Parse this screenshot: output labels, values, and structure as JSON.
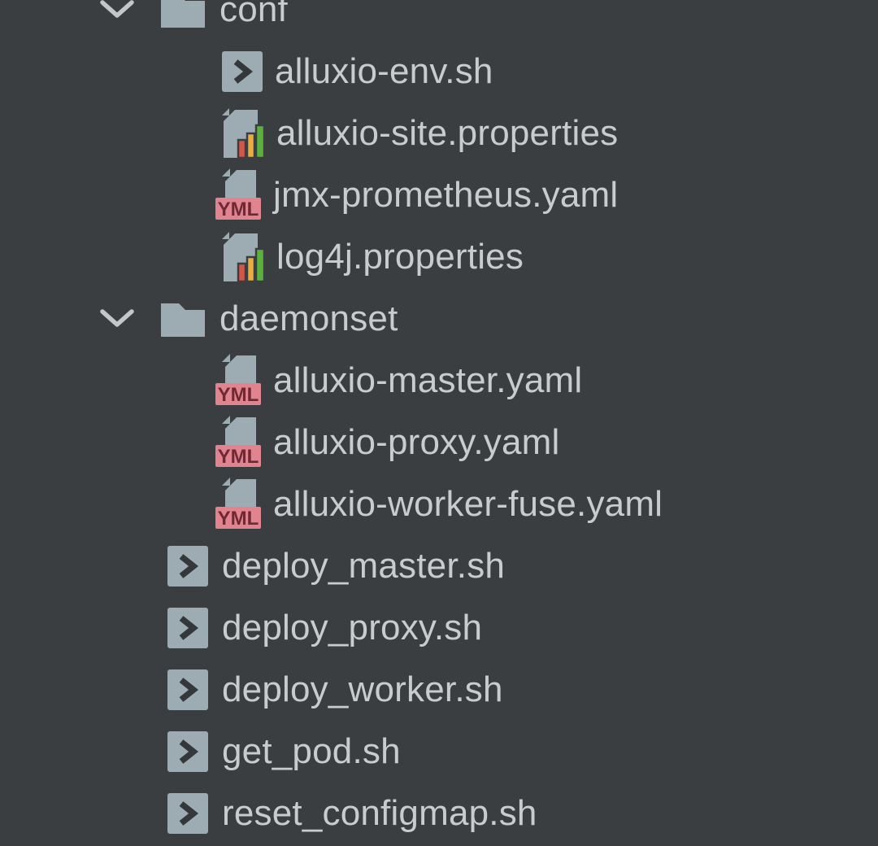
{
  "tree": {
    "items": [
      {
        "kind": "folder",
        "label": "conf",
        "level": 0,
        "expanded": true
      },
      {
        "kind": "shell",
        "label": "alluxio-env.sh",
        "level": 1
      },
      {
        "kind": "properties",
        "label": "alluxio-site.properties",
        "level": 1
      },
      {
        "kind": "yaml",
        "label": "jmx-prometheus.yaml",
        "level": 1
      },
      {
        "kind": "properties",
        "label": "log4j.properties",
        "level": 1
      },
      {
        "kind": "folder",
        "label": "daemonset",
        "level": 0,
        "expanded": true
      },
      {
        "kind": "yaml",
        "label": "alluxio-master.yaml",
        "level": 1
      },
      {
        "kind": "yaml",
        "label": "alluxio-proxy.yaml",
        "level": 1
      },
      {
        "kind": "yaml",
        "label": "alluxio-worker-fuse.yaml",
        "level": 1
      },
      {
        "kind": "shell",
        "label": "deploy_master.sh",
        "level": 0
      },
      {
        "kind": "shell",
        "label": "deploy_proxy.sh",
        "level": 0
      },
      {
        "kind": "shell",
        "label": "deploy_worker.sh",
        "level": 0
      },
      {
        "kind": "shell",
        "label": "get_pod.sh",
        "level": 0
      },
      {
        "kind": "shell",
        "label": "reset_configmap.sh",
        "level": 0
      }
    ],
    "yml_badge_text": "YML",
    "colors": {
      "background": "#3b3e40",
      "text": "#c9cccd",
      "icon_gray": "#9dabb3",
      "chevron": "#c4c7c9",
      "glyph_dark": "#34383a",
      "yml_badge_bg": "#e28490",
      "yml_badge_fg": "#6e2a34",
      "bar_red": "#d2564a",
      "bar_amber": "#ecab3f",
      "bar_green": "#5cb13e"
    }
  }
}
